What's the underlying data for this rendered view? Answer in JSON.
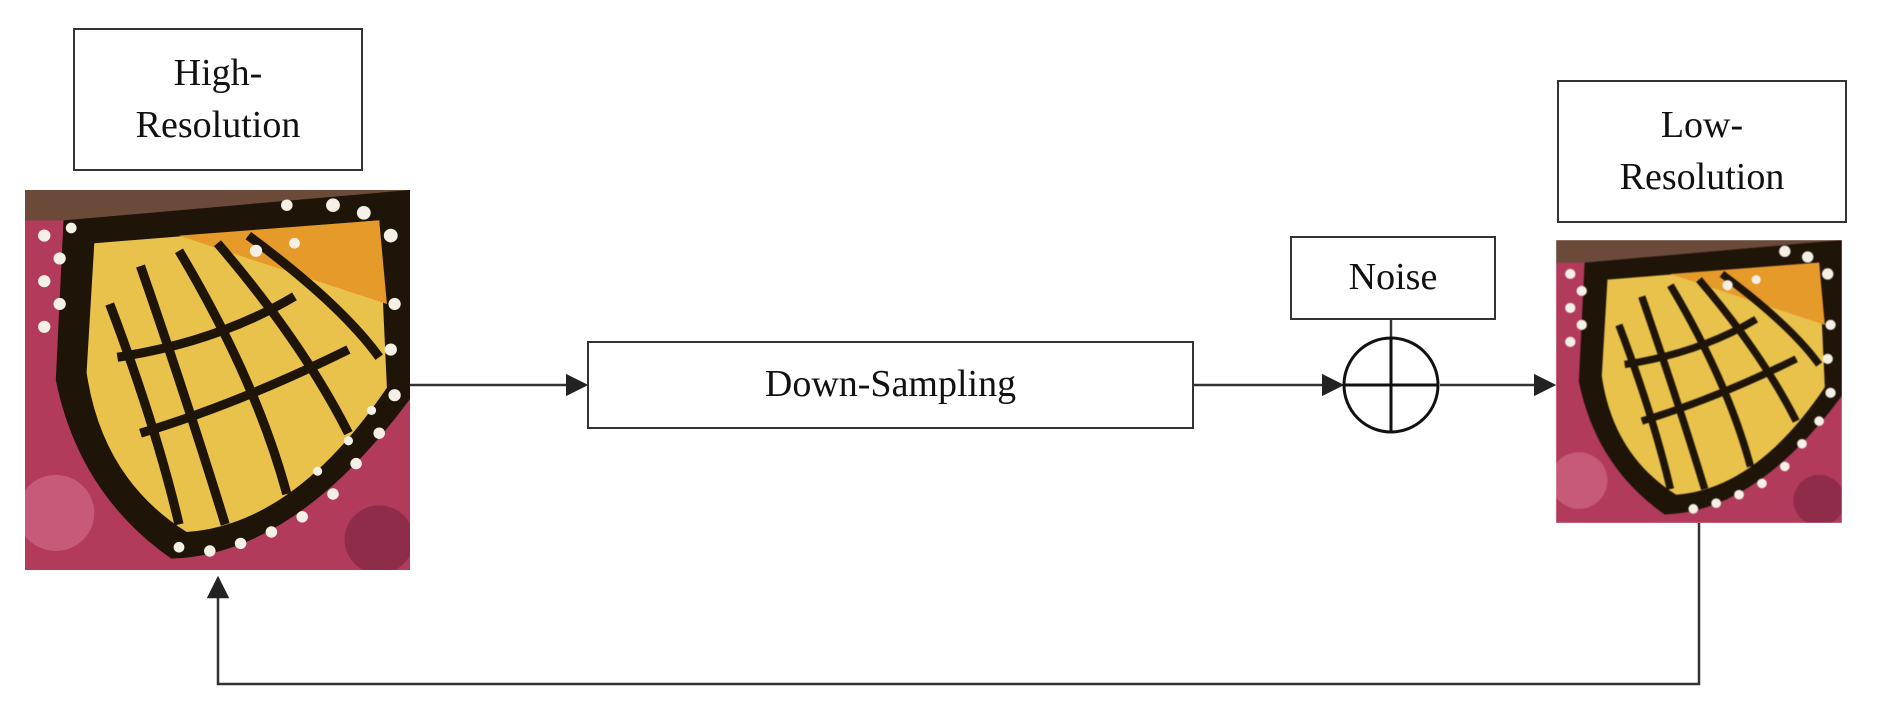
{
  "nodes": {
    "hr_label": {
      "line1": "High-",
      "line2": "Resolution"
    },
    "lr_label": {
      "line1": "Low-",
      "line2": "Resolution"
    },
    "downsampling": "Down-Sampling",
    "noise": "Noise"
  },
  "colors": {
    "stroke": "#333333",
    "wing_yellow": "#e8c24a",
    "wing_orange": "#e59a2a",
    "vein_black": "#1e1408",
    "spot_white": "#f4f0e6",
    "bg_pink": "#b23a5a"
  },
  "images": {
    "hr_image": "butterfly-wing-photo",
    "lr_image": "butterfly-wing-photo-low-res"
  }
}
